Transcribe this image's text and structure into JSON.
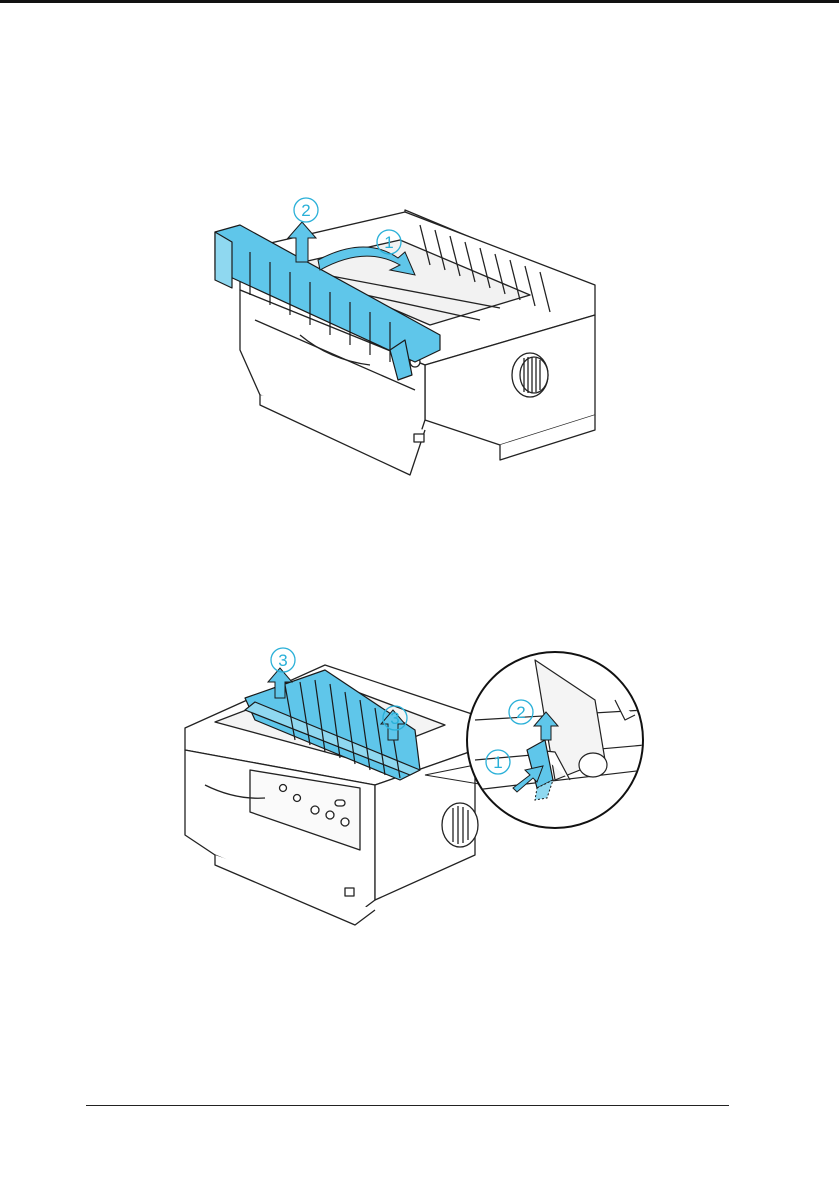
{
  "figures": [
    {
      "callouts": [
        "①",
        "②"
      ],
      "accent_color": "#5fc6ea"
    },
    {
      "callouts": [
        "①",
        "②",
        "③",
        "③"
      ],
      "accent_color": "#5fc6ea"
    }
  ]
}
